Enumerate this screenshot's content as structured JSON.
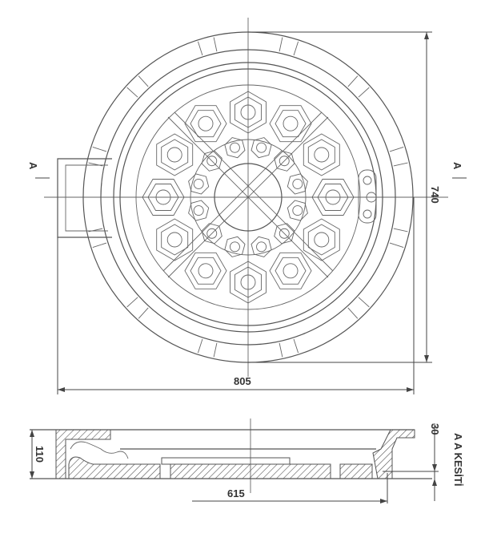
{
  "drawing": {
    "plan_view": {
      "section_marker_left": "A",
      "section_marker_right": "A",
      "width_dimension": "805",
      "height_dimension": "740"
    },
    "section_view": {
      "title": "A A KESİTİ",
      "height_dimension": "110",
      "flange_dimension": "30",
      "clear_opening_dimension": "615"
    }
  }
}
